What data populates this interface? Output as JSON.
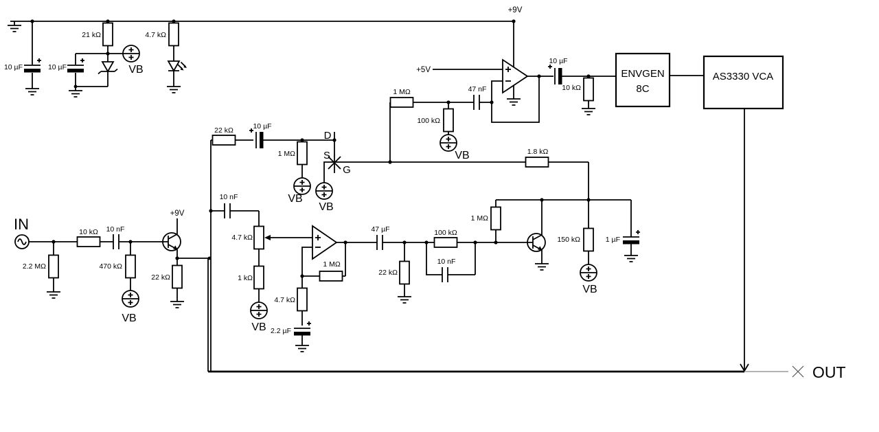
{
  "io": {
    "in_label": "IN",
    "out_label": "OUT"
  },
  "power": {
    "rail": "+9V",
    "q1": "+9V",
    "ref": "+5V"
  },
  "blocks": {
    "envgen_l1": "ENVGEN",
    "envgen_l2": "8C",
    "vca": "AS3330 VCA"
  },
  "fet": {
    "d": "D",
    "s": "S",
    "g": "G"
  },
  "vb": {
    "zener": "VB",
    "comp_in": "VB",
    "drain_bias": "VB",
    "source": "VB",
    "input_bias": "VB",
    "gain_pot": "VB",
    "out_bias": "VB"
  },
  "values": {
    "c_supply1": "10 µF",
    "c_supply2": "10 µF",
    "r_vb": "21 kΩ",
    "r_led": "4.7 kΩ",
    "r_comp_in": "1 MΩ",
    "r_comp_vb": "100 kΩ",
    "c_comp": "47 nF",
    "c_env_out": "10 µF",
    "r_env_out": "10 kΩ",
    "r_drain_feed": "22 kΩ",
    "c_drain": "10 µF",
    "r_drain_bias": "1 MΩ",
    "r_gate": "1.8 kΩ",
    "r_base_bias": "1 MΩ",
    "r_out_bias": "150 kΩ",
    "c_out": "1 µF",
    "r_in_shunt": "2.2 MΩ",
    "r_in_series": "10 kΩ",
    "c_in": "10 nF",
    "r_in_bias": "470 kΩ",
    "r_emitter": "22 kΩ",
    "c_pot": "10 nF",
    "pot_gain": "4.7 kΩ",
    "r_pot_lower": "1 kΩ",
    "r_feedback": "1 MΩ",
    "r_gain_set": "4.7 kΩ",
    "c_gain_set": "2.2 µF",
    "c_stage_out": "47 µF",
    "r_stage_shunt": "22 kΩ",
    "r_series": "100 kΩ",
    "c_parallel": "10 nF"
  }
}
